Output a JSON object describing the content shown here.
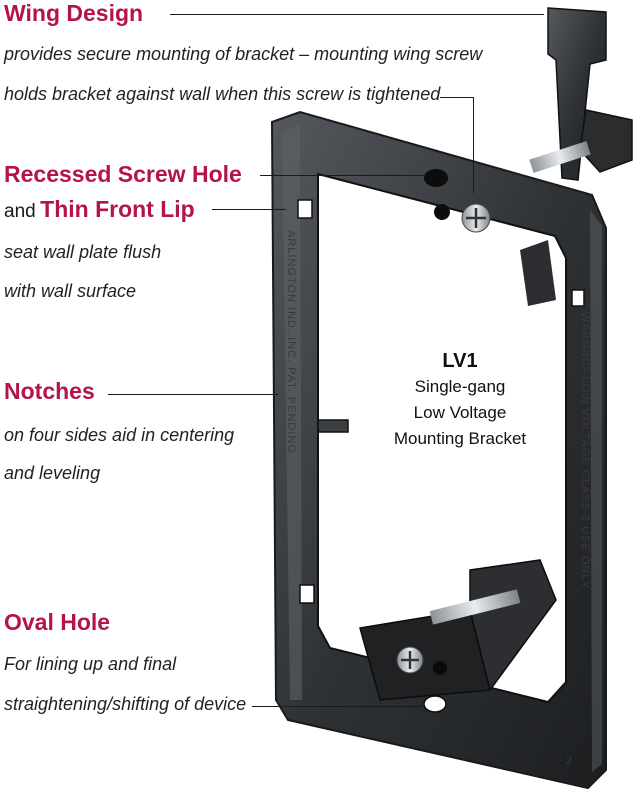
{
  "callouts": {
    "wing_design": {
      "title": "Wing Design",
      "lines": [
        "provides secure mounting of bracket – mounting wing screw",
        "holds bracket against wall when this screw is tightened"
      ]
    },
    "recessed_screw_hole": {
      "title": "Recessed Screw Hole",
      "connector": "and",
      "title2": "Thin Front Lip",
      "lines": [
        "seat wall plate flush",
        "with wall surface"
      ]
    },
    "notches": {
      "title": "Notches",
      "lines": [
        "on four sides aid in centering",
        "and leveling"
      ]
    },
    "oval_hole": {
      "title": "Oval Hole",
      "lines": [
        "For lining up and final",
        "straightening/shifting of device"
      ]
    }
  },
  "product": {
    "model": "LV1",
    "lines": [
      "Single-gang",
      "Low Voltage",
      "Mounting Bracket"
    ]
  },
  "engravings": {
    "left_rail": "ARLINGTON IND. INC.   PAT. PENDING",
    "right_rail": "WARNING-LOW VOLTAGE CLASS 2 USE ONLY",
    "corner_number": "2"
  },
  "colors": {
    "heading": "#b3144a",
    "bracket_plastic": "#2e3033",
    "bracket_highlight": "#5d6166",
    "screw": "#c9ced4"
  }
}
